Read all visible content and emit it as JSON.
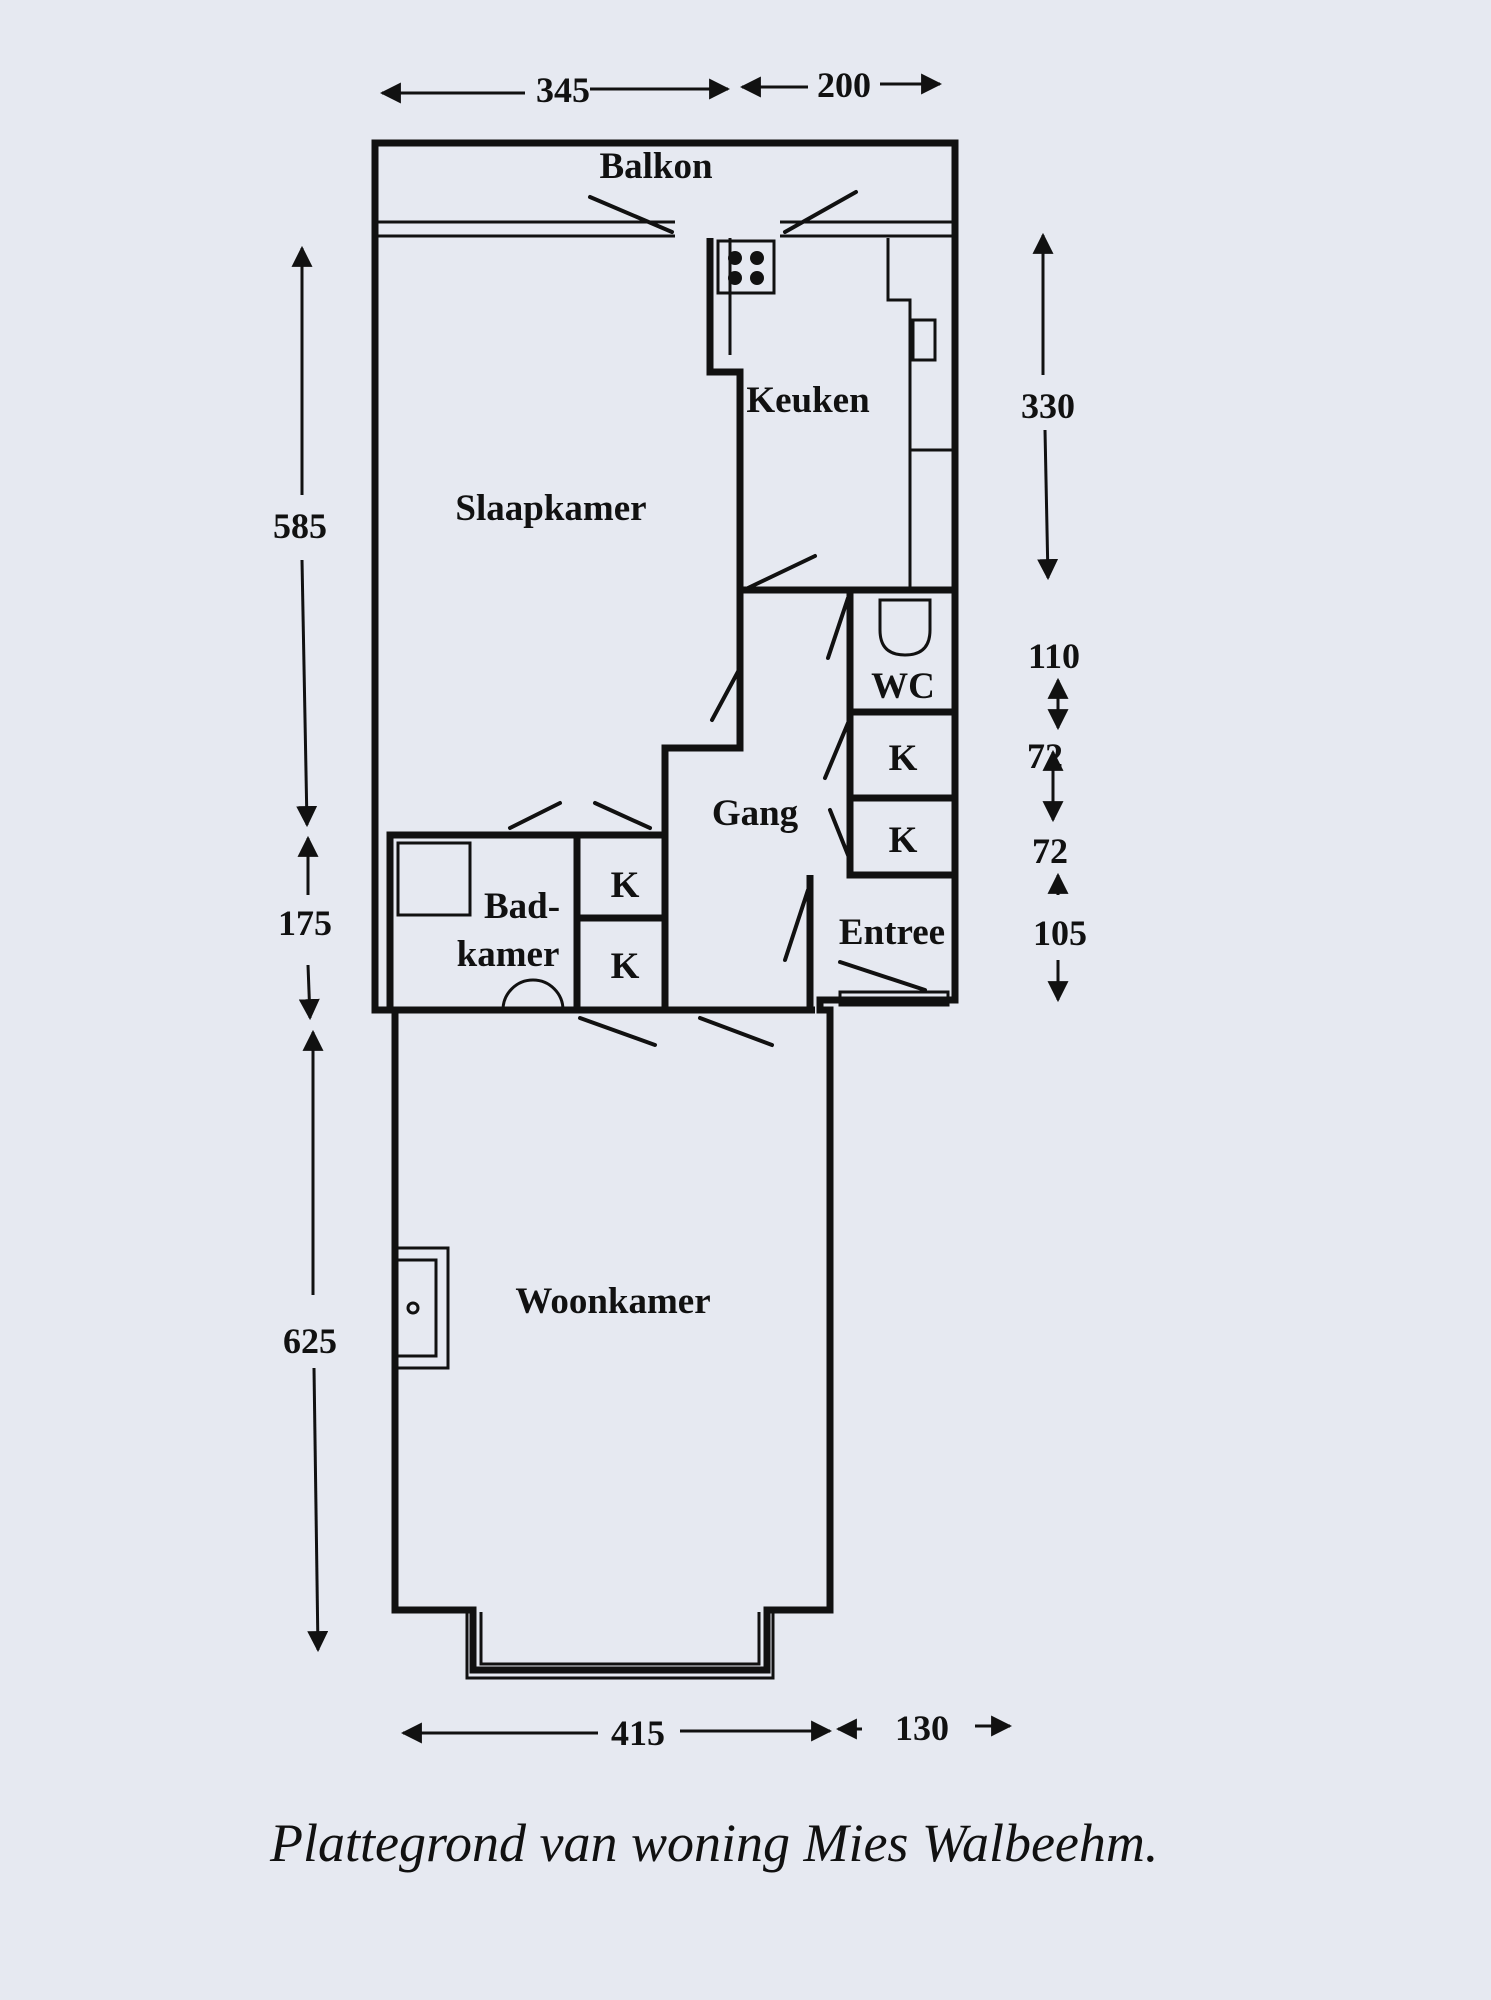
{
  "rooms": {
    "balkon": "Balkon",
    "keuken": "Keuken",
    "slaapkamer": "Slaapkamer",
    "wc": "WC",
    "gang": "Gang",
    "kast_1": "K",
    "kast_2": "K",
    "kast_3": "K",
    "kast_4": "K",
    "entree": "Entree",
    "badkamer_1": "Bad-",
    "badkamer_2": "kamer",
    "woonkamer": "Woonkamer"
  },
  "dimensions": {
    "top_left": "345",
    "top_right": "200",
    "left_upper": "585",
    "left_middle": "175",
    "left_lower": "625",
    "right_keuken": "330",
    "right_wc": "110",
    "right_k1": "72",
    "right_k2": "72",
    "right_entree": "105",
    "bottom_left": "415",
    "bottom_right": "130"
  },
  "caption": "Plattegrond van woning Mies Walbeehm."
}
